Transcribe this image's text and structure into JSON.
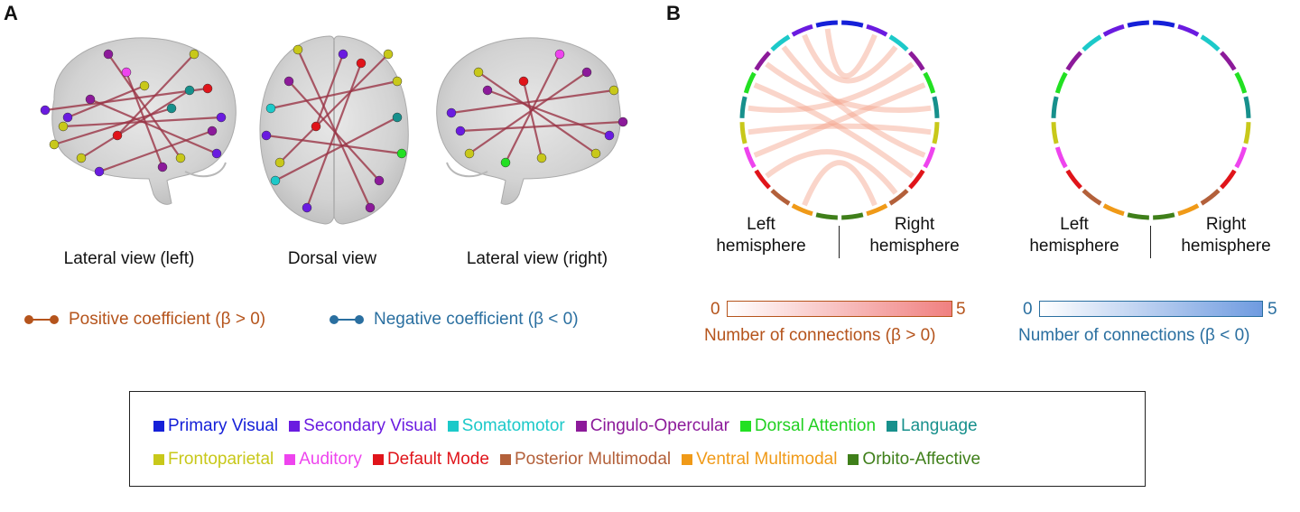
{
  "panels": {
    "a": "A",
    "b": "B"
  },
  "views": {
    "left": "Lateral view (left)",
    "dorsal": "Dorsal view",
    "right": "Lateral view (right)"
  },
  "coef_legend": {
    "positive": {
      "label": "Positive coefficient (β > 0)",
      "color": "#b5541c"
    },
    "negative": {
      "label": "Negative coefficient (β < 0)",
      "color": "#2a6fa0"
    }
  },
  "hemispheres": {
    "left": "Left\nhemisphere",
    "right": "Right\nhemisphere"
  },
  "colorbars": {
    "positive": {
      "min": "0",
      "max": "5",
      "title": "Number of connections (β > 0)",
      "color": "#b5541c",
      "grad_end": "#f08080"
    },
    "negative": {
      "min": "0",
      "max": "5",
      "title": "Number of connections (β < 0)",
      "color": "#2a6fa0",
      "grad_end": "#6f9be0"
    }
  },
  "networks": [
    [
      {
        "name": "Primary Visual",
        "color": "#1520d8"
      },
      {
        "name": "Secondary Visual",
        "color": "#6a1be0"
      },
      {
        "name": "Somatomotor",
        "color": "#1cc9c9"
      },
      {
        "name": "Cingulo-Opercular",
        "color": "#8c1a9a"
      },
      {
        "name": "Dorsal Attention",
        "color": "#22e022"
      },
      {
        "name": "Language",
        "color": "#17908c"
      }
    ],
    [
      {
        "name": "Frontoparietal",
        "color": "#c8c81a"
      },
      {
        "name": "Auditory",
        "color": "#ee44ee"
      },
      {
        "name": "Default Mode",
        "color": "#e0141a"
      },
      {
        "name": "Posterior Multimodal",
        "color": "#b3603a"
      },
      {
        "name": "Ventral Multimodal",
        "color": "#f09a18"
      },
      {
        "name": "Orbito-Affective",
        "color": "#3f7f1a"
      }
    ]
  ]
}
